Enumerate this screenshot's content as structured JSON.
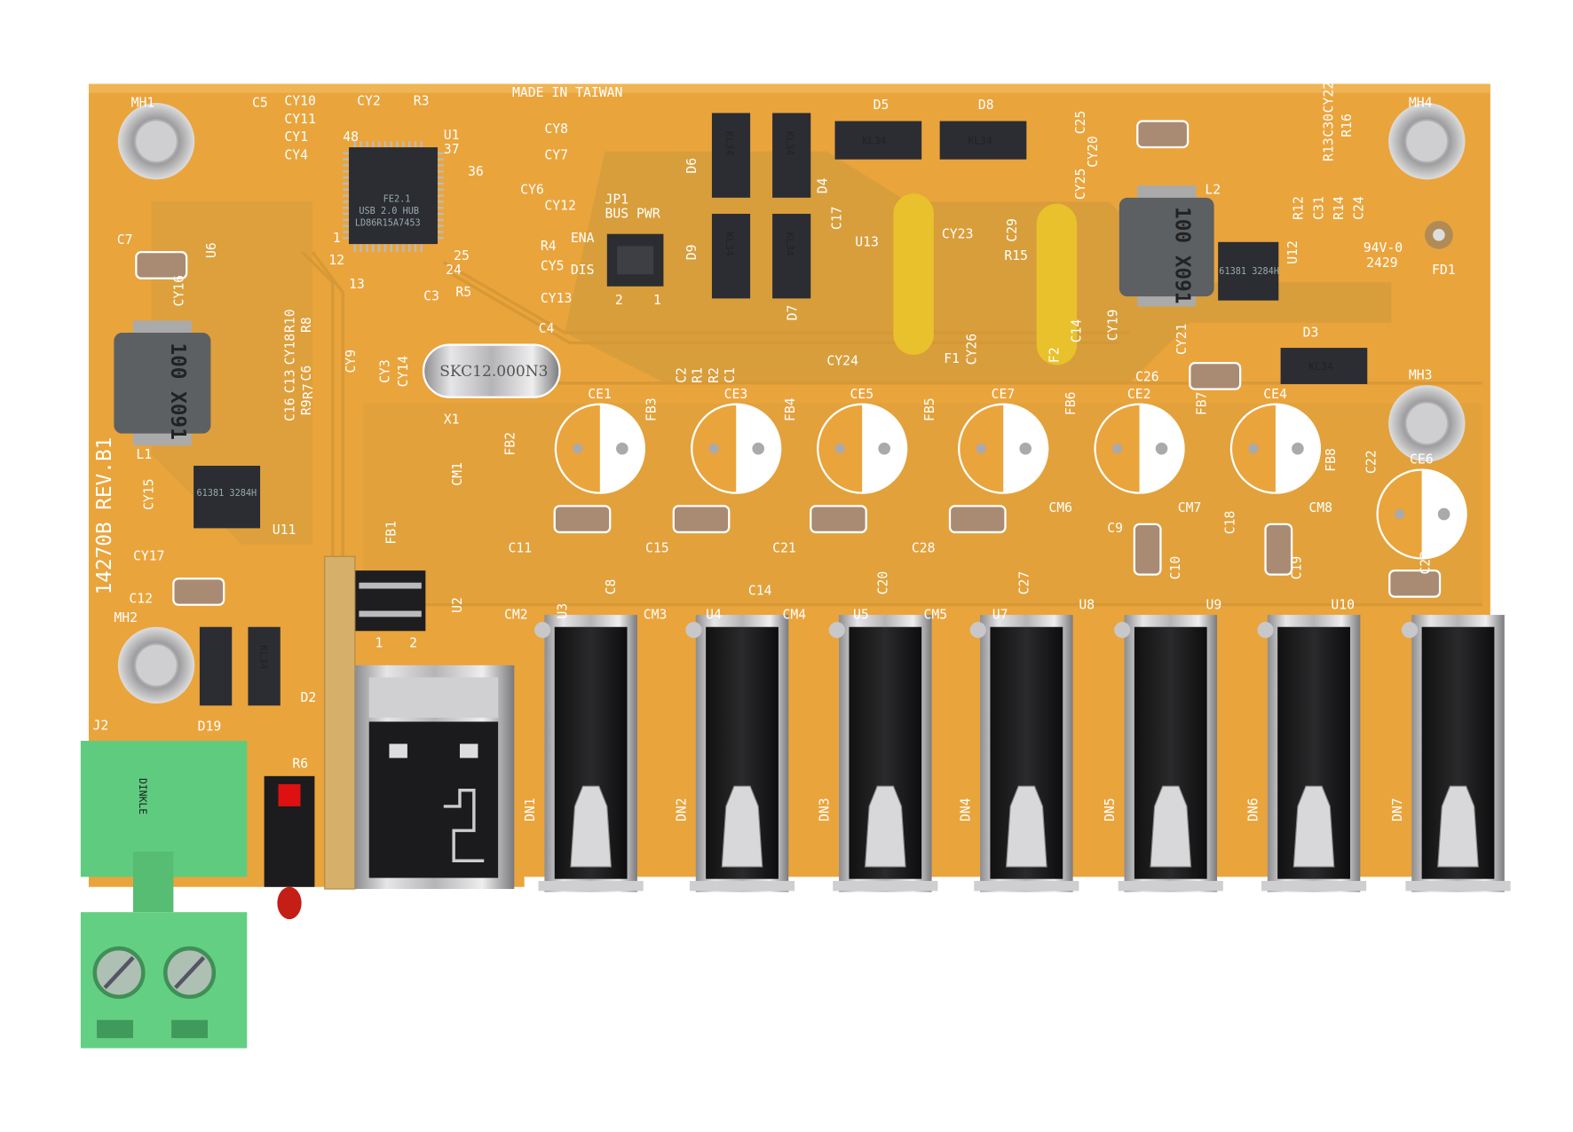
{
  "board": {
    "part_number": "14270B REV.B1",
    "made_in": "MADE IN TAIWAN",
    "rating": "94V-0",
    "date_code": "2429",
    "colors": {
      "pcb": "#eaa43c",
      "trace": "#c98f2e",
      "silk": "#ffffff",
      "terminal": "#5fcb7f",
      "metal": "#c9c9cc"
    }
  },
  "chip": {
    "ref": "U1",
    "line1": "FE2.1",
    "line2": "USB 2.0 HUB",
    "line3": "LD86R15A7453",
    "pin1": "1",
    "pin12": "12",
    "pin13": "13",
    "pin24": "24",
    "pin25": "25",
    "pin36": "36",
    "pin37": "37",
    "pin48": "48"
  },
  "crystal": {
    "ref": "X1",
    "marking": "SKC12.000N3"
  },
  "inductors": [
    {
      "ref": "L1",
      "marking": "100 X091"
    },
    {
      "ref": "L2",
      "marking": "100 X091"
    }
  ],
  "diode_marking": "KL34",
  "regulator_marking": "61381 3284H",
  "jumper": {
    "ref": "JP1",
    "label": "BUS PWR",
    "ena": "ENA",
    "dis": "DIS",
    "pin2": "2",
    "pin1": "1"
  },
  "header": {
    "pin1": "1",
    "pin2": "2"
  },
  "terminal": {
    "ref": "J2",
    "brand": "DINKLE"
  },
  "mounting_holes": [
    "MH1",
    "MH2",
    "MH3",
    "MH4"
  ],
  "fiducial": "FD1",
  "electrolytics": [
    "CE1",
    "CE3",
    "CE5",
    "CE7",
    "CE2",
    "CE4",
    "CE6"
  ],
  "ports": [
    "DN1",
    "DN2",
    "DN3",
    "DN4",
    "DN5",
    "DN6",
    "DN7"
  ],
  "labels": [
    "C5",
    "CY10",
    "CY11",
    "CY1",
    "CY4",
    "CY2",
    "R3",
    "CY8",
    "CY7",
    "CY6",
    "CY12",
    "R4",
    "CY5",
    "CY13",
    "R5",
    "C3",
    "C4",
    "C7",
    "U6",
    "CY16",
    "R10",
    "R8",
    "CY18",
    "C13",
    "C6",
    "C16",
    "R7",
    "R9",
    "CY9",
    "CY3",
    "CY14",
    "CY15",
    "U11",
    "CY17",
    "C12",
    "D19",
    "D2",
    "R6",
    "D5",
    "D8",
    "D6",
    "D4",
    "D9",
    "D7",
    "C17",
    "U13",
    "CY23",
    "R15",
    "C29",
    "CY25",
    "CY24",
    "F1",
    "CY26",
    "C14",
    "F2",
    "CY19",
    "CY20",
    "C25",
    "CY22",
    "C30",
    "R16",
    "R13",
    "R12",
    "C31",
    "R14",
    "C24",
    "U12",
    "CY21",
    "D3",
    "C26",
    "C2",
    "R1",
    "R2",
    "C1",
    "FB1",
    "FB2",
    "FB3",
    "FB4",
    "FB5",
    "FB6",
    "FB7",
    "FB8",
    "CM1",
    "CM2",
    "CM3",
    "CM4",
    "CM5",
    "CM6",
    "CM7",
    "CM8",
    "C11",
    "C15",
    "C21",
    "C28",
    "C9",
    "C10",
    "C18",
    "C19",
    "C22",
    "C23",
    "C8",
    "C14",
    "C20",
    "C27",
    "U2",
    "U3",
    "U4",
    "U5",
    "U7",
    "U8",
    "U9",
    "U10"
  ]
}
